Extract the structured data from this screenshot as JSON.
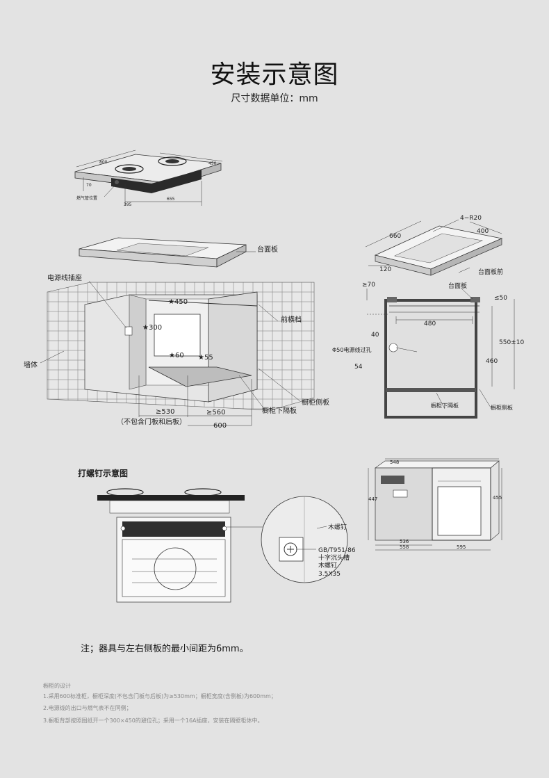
{
  "page": {
    "title": "安装示意图",
    "subtitle": "尺寸数据单位：mm"
  },
  "hob": {
    "dim_800": "800",
    "dim_450": "450",
    "dim_70": "70",
    "gas_label": "燃气管位置",
    "dim_395": "395",
    "dim_655": "655"
  },
  "countertop": {
    "label": "台面板",
    "dim_660": "660",
    "dim_r20": "4−R20",
    "dim_400": "400",
    "dim_120": "120",
    "front_label": "台面板前"
  },
  "cabinet": {
    "power_socket": "电源线插座",
    "wall": "墙体",
    "star_450": "★450",
    "star_300": "★300",
    "star_60": "★60",
    "star_55": "★55",
    "front_rail": "前横档",
    "side_panel": "橱柜侧板",
    "bottom_partition": "橱柜下隔板",
    "dim_530": "≥530",
    "dim_560": "≥560",
    "dim_600": "600",
    "note_door": "（不包含门板和后板）"
  },
  "section": {
    "ge70": "≥70",
    "countertop": "台面板",
    "le50": "≤50",
    "dim_480": "480",
    "dim_40": "40",
    "hole": "Φ50电源线过孔",
    "dim_550": "550±10",
    "dim_460": "460",
    "dim_54": "54",
    "bottom_partition": "橱柜下隔板",
    "side_panel": "橱柜侧板"
  },
  "screw": {
    "title": "打螺钉示意图",
    "wood_screw": "木螺钉",
    "spec_1": "GB/T951-86",
    "spec_2": "十字沉头槽",
    "spec_3": "木螺钉",
    "spec_4": "3.5X35"
  },
  "oven": {
    "dim_548": "548",
    "dim_447": "447",
    "dim_455": "455",
    "dim_536": "536",
    "dim_558": "558",
    "dim_595": "595"
  },
  "notes": {
    "main": "注；器具与左右侧板的最小间距为6mm。",
    "heading": "橱柜的设计",
    "line1": "1.采用600标准柜，橱柜深度(不包含门板与后板)为≥530mm；橱柜宽度(含侧板)为600mm；",
    "line2": "2.电源线的出口与燃气表不在同侧；",
    "line3": "3.橱柜背部按照图纸开一个300×450的避位孔；采用一个16A插座，安装在隔壁柜体中。"
  }
}
